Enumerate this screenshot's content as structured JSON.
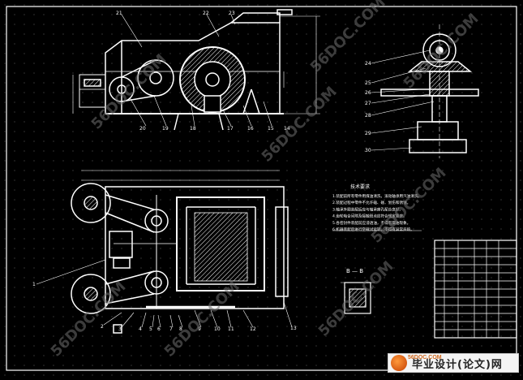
{
  "drawing": {
    "colors": {
      "background": "#000000",
      "lines": "#ffffff",
      "frame": "#ffffff",
      "watermark": "#6e6e6e"
    },
    "top_view_labels": [
      "21",
      "22",
      "23"
    ],
    "side_view_labels": [
      "20",
      "19",
      "18",
      "17",
      "16",
      "15",
      "14"
    ],
    "right_view_labels": [
      "24",
      "25",
      "26",
      "27",
      "28",
      "29",
      "30"
    ],
    "plan_view_labels": [
      "1",
      "2",
      "3",
      "4",
      "5",
      "6",
      "7",
      "8",
      "9",
      "10",
      "11",
      "12",
      "13"
    ],
    "section_label": "B — B",
    "notes_title": "技术要求",
    "notes": [
      "1.装配前所有零件用煤油清洗，滚动轴承用汽油清洗。",
      "2.装配过程中零件不允许磕、碰、划伤和锈蚀。",
      "3.轴承外圈装配后应与轴承座孔配合良好。",
      "4.齿轮啮合间隙及接触斑点应符合规定要求。",
      "5.各密封件装配前应浸透油，不得有漏油现象。",
      "6.机器装配后进行空载试运转，不得有异常声响。"
    ],
    "watermark": "56DOC.COM"
  },
  "footer": {
    "site": "56DOC.COM",
    "title": "毕业设计(论文)网"
  }
}
